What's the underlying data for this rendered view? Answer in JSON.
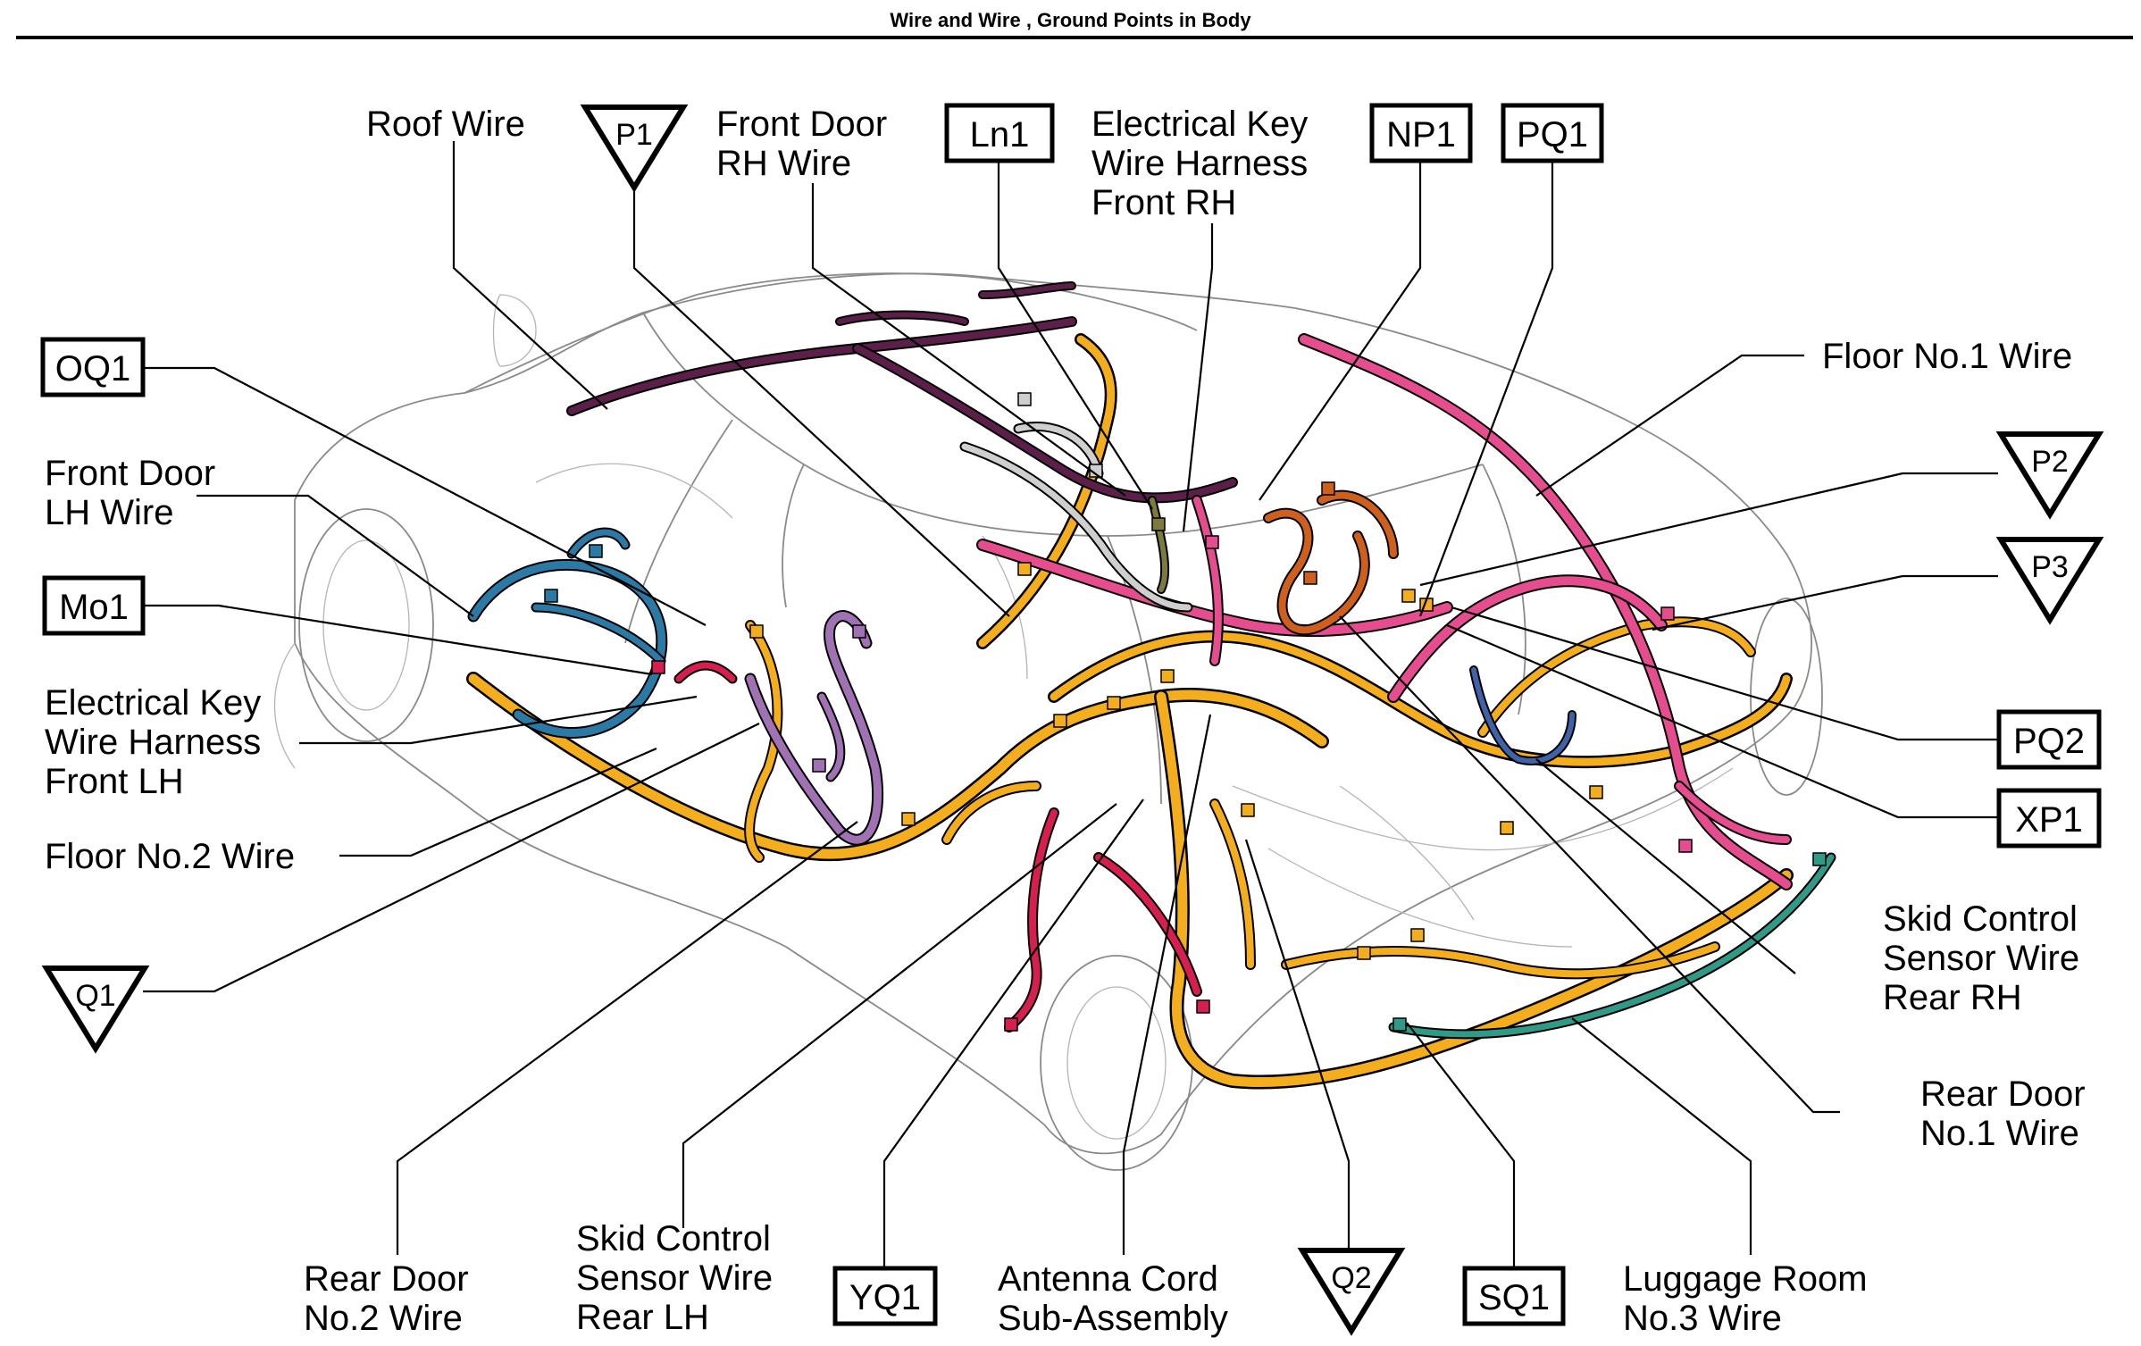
{
  "title": "Wire and Wire , Ground Points in Body",
  "labels": {
    "roof_wire": [
      "Roof Wire"
    ],
    "front_door_rh": [
      "Front Door",
      "RH Wire"
    ],
    "ekwh_front_rh": [
      "Electrical Key",
      "Wire Harness",
      "Front RH"
    ],
    "floor_no1": [
      "Floor No.1 Wire"
    ],
    "front_door_lh": [
      "Front Door",
      "LH Wire"
    ],
    "ekwh_front_lh": [
      "Electrical Key",
      "Wire Harness",
      "Front LH"
    ],
    "floor_no2": [
      "Floor No.2 Wire"
    ],
    "skid_rear_rh": [
      "Skid Control",
      "Sensor Wire",
      "Rear RH"
    ],
    "rear_door_no1": [
      "Rear Door",
      "No.1 Wire"
    ],
    "rear_door_no2": [
      "Rear Door",
      "No.2 Wire"
    ],
    "skid_rear_lh": [
      "Skid Control",
      "Sensor Wire",
      "Rear LH"
    ],
    "antenna": [
      "Antenna Cord",
      "Sub-Assembly"
    ],
    "luggage": [
      "Luggage Room",
      "No.3 Wire"
    ]
  },
  "connectors": {
    "ln1": "Ln1",
    "np1": "NP1",
    "pq1": "PQ1",
    "oq1": "OQ1",
    "mo1": "Mo1",
    "pq2": "PQ2",
    "xp1": "XP1",
    "yq1": "YQ1",
    "sq1": "SQ1"
  },
  "ground_points": {
    "p1": "P1",
    "p2": "P2",
    "p3": "P3",
    "q1": "Q1",
    "q2": "Q2"
  },
  "wire_colors": {
    "floor": "#f4ad1c",
    "roof": "#5b1f4a",
    "pink": "#e54d8f",
    "blue": "#2b7aa6",
    "purple": "#a072b4",
    "orange": "#cf5f1d",
    "red": "#d61f4e",
    "teal": "#2f9a86",
    "gray": "#cfcfcf",
    "olive": "#7c7a3c",
    "navy": "#3f62a8"
  }
}
